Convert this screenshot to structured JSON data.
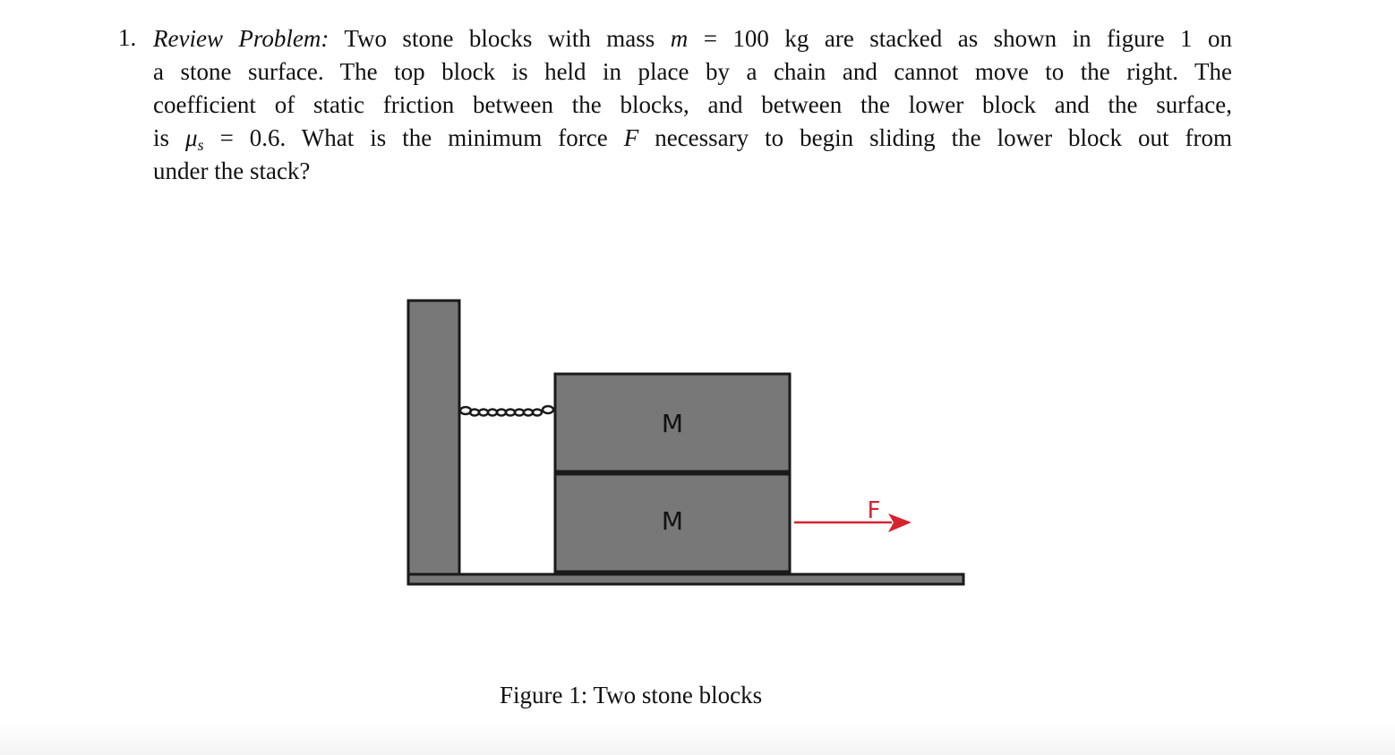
{
  "problem": {
    "number": "1.",
    "lead": "Review Problem:",
    "line1_a": " Two stone blocks with mass ",
    "mass_symbol": "m",
    "line1_b": " = 100 kg are stacked as shown in figure 1 on",
    "line2": "a stone surface. The top block is held in place by a chain and cannot move to the right. The",
    "line3": "coefficient of static friction between the blocks, and between the lower block and the surface,",
    "line4_a": "is ",
    "mu_symbol": "μ",
    "mu_sub": "s",
    "line4_b": " = 0.6. What is the minimum force ",
    "force_symbol": "F",
    "line4_c": " necessary to begin sliding the lower block out from",
    "line5": "under the stack?"
  },
  "figure": {
    "top_block_label": "M",
    "bottom_block_label": "M",
    "force_label": "F",
    "caption": "Figure 1: Two stone blocks",
    "block_color": "#787878",
    "force_color": "#d6232f"
  }
}
